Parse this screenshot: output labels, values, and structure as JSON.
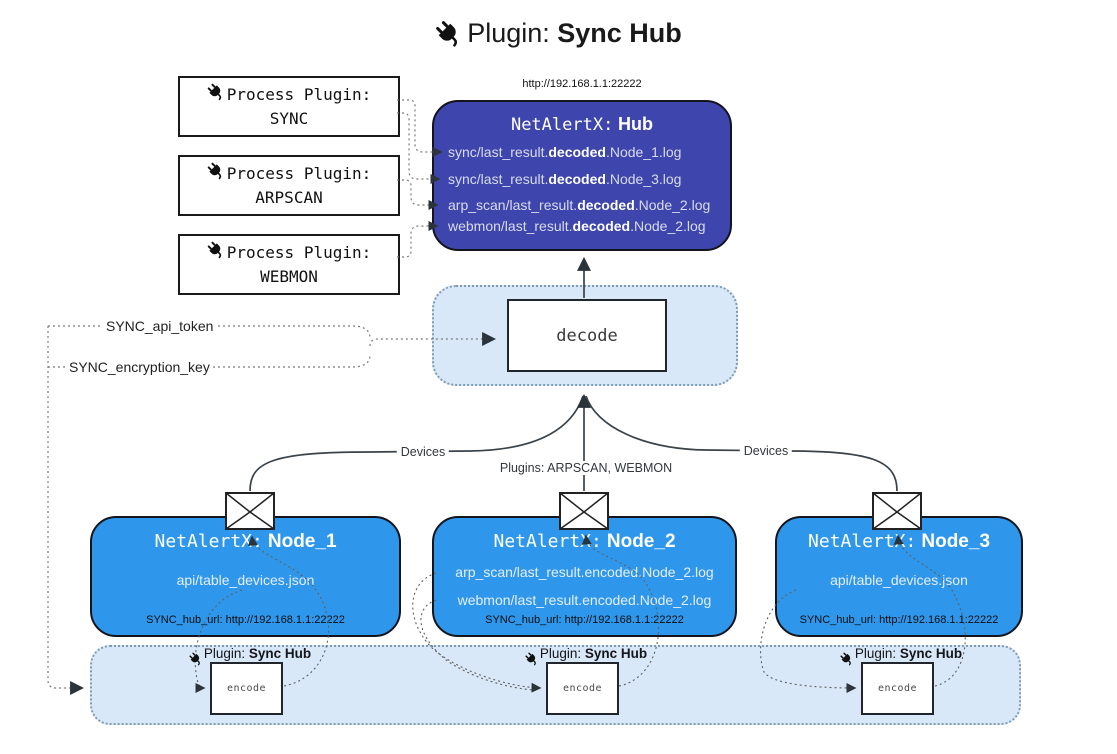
{
  "title": {
    "prefix": "Plugin:",
    "name": "Sync Hub"
  },
  "process_plugins": [
    {
      "label": "Process Plugin:",
      "name": "SYNC"
    },
    {
      "label": "Process Plugin:",
      "name": "ARPSCAN"
    },
    {
      "label": "Process Plugin:",
      "name": "WEBMON"
    }
  ],
  "hub": {
    "url": "http://192.168.1.1:22222",
    "title_prefix": "NetAlertX:",
    "title_name": "Hub",
    "logs": [
      {
        "pre": "sync/last_result.",
        "mid": "decoded",
        "post": ".Node_1.log"
      },
      {
        "pre": "sync/last_result.",
        "mid": "decoded",
        "post": ".Node_3.log"
      },
      {
        "pre": "arp_scan/last_result.",
        "mid": "decoded",
        "post": ".Node_2.log"
      },
      {
        "pre": "webmon/last_result.",
        "mid": "decoded",
        "post": ".Node_2.log"
      }
    ]
  },
  "decode_label": "decode",
  "settings": {
    "api_token": "SYNC_api_token",
    "encryption_key": "SYNC_encryption_key"
  },
  "edge_labels": {
    "devices_left": "Devices",
    "devices_right": "Devices",
    "plugins_mid": "Plugins: ARPSCAN, WEBMON"
  },
  "nodes": [
    {
      "title_prefix": "NetAlertX:",
      "title_name": "Node_1",
      "files": [
        "api/table_devices.json"
      ],
      "hub_url": "SYNC_hub_url: http://192.168.1.1:22222"
    },
    {
      "title_prefix": "NetAlertX:",
      "title_name": "Node_2",
      "files": [
        "arp_scan/last_result.encoded.Node_2.log",
        "webmon/last_result.encoded.Node_2.log"
      ],
      "hub_url": "SYNC_hub_url: http://192.168.1.1:22222"
    },
    {
      "title_prefix": "NetAlertX:",
      "title_name": "Node_3",
      "files": [
        "api/table_devices.json"
      ],
      "hub_url": "SYNC_hub_url: http://192.168.1.1:22222"
    }
  ],
  "encoders": [
    {
      "plugin_prefix": "Plugin:",
      "plugin_name": "Sync Hub",
      "label": "encode"
    },
    {
      "plugin_prefix": "Plugin:",
      "plugin_name": "Sync Hub",
      "label": "encode"
    },
    {
      "plugin_prefix": "Plugin:",
      "plugin_name": "Sync Hub",
      "label": "encode"
    }
  ],
  "colors": {
    "hub_fill": "#3E45AD",
    "node_fill": "#2E97EC",
    "panel_fill": "#D9E8F8",
    "panel_border": "#7F9CB5",
    "arrow_dark": "#2B333B"
  }
}
